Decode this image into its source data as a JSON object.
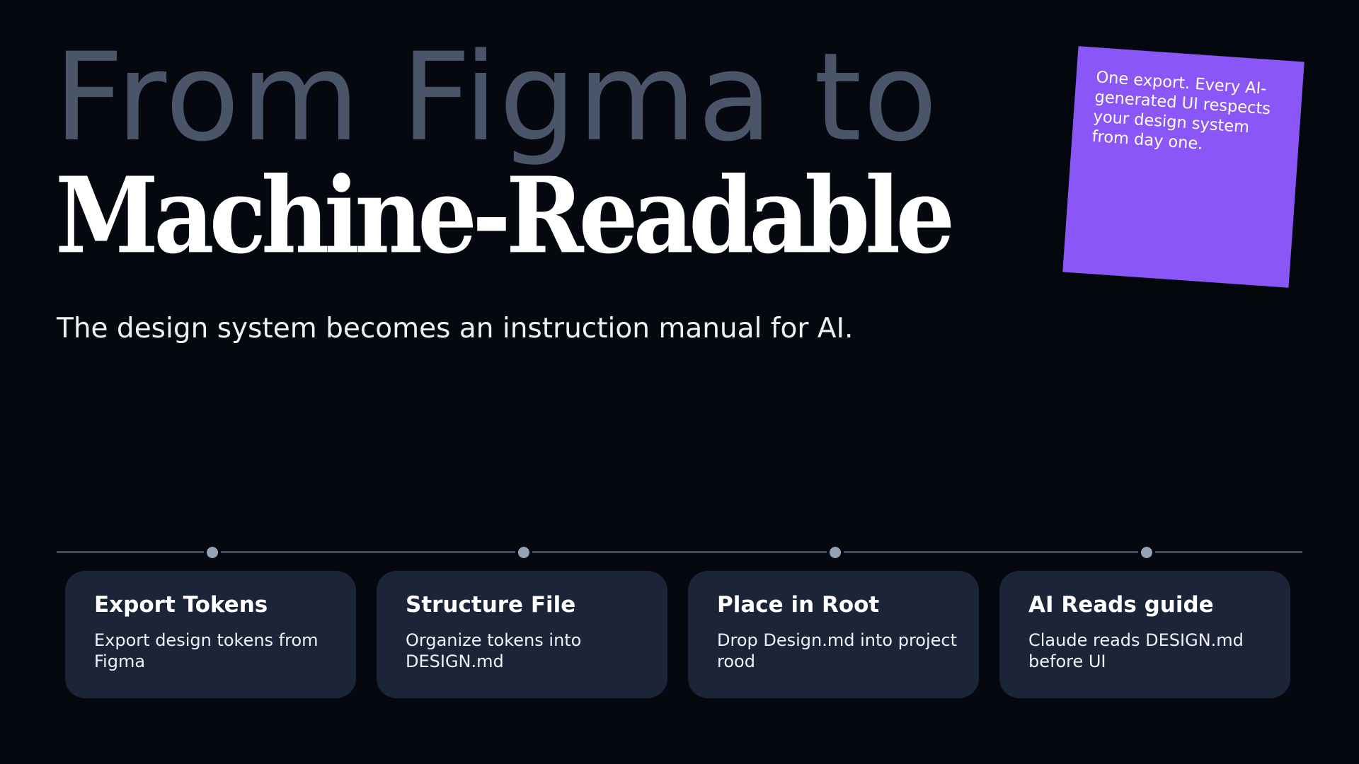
{
  "title": {
    "line1": "From Figma to",
    "line2": "Machine-Readable"
  },
  "subtitle": "The design system becomes an instruction manual for AI.",
  "note": {
    "text": "One export. Every AI-generated UI respects your design system from day one.",
    "color": "#8a56f7"
  },
  "steps": [
    {
      "title": "Export Tokens",
      "description": "Export design tokens from Figma"
    },
    {
      "title": "Structure File",
      "description": "Organize tokens into DESIGN.md"
    },
    {
      "title": "Place in Root",
      "description": "Drop Design.md into project rood"
    },
    {
      "title": "AI Reads guide",
      "description": "Claude reads DESIGN.md before UI"
    }
  ],
  "colors": {
    "background": "#05080f",
    "card": "#1c2537",
    "timeline": "#3e4a60",
    "dot": "#94a3b8",
    "muted_title": "#4a5569"
  }
}
